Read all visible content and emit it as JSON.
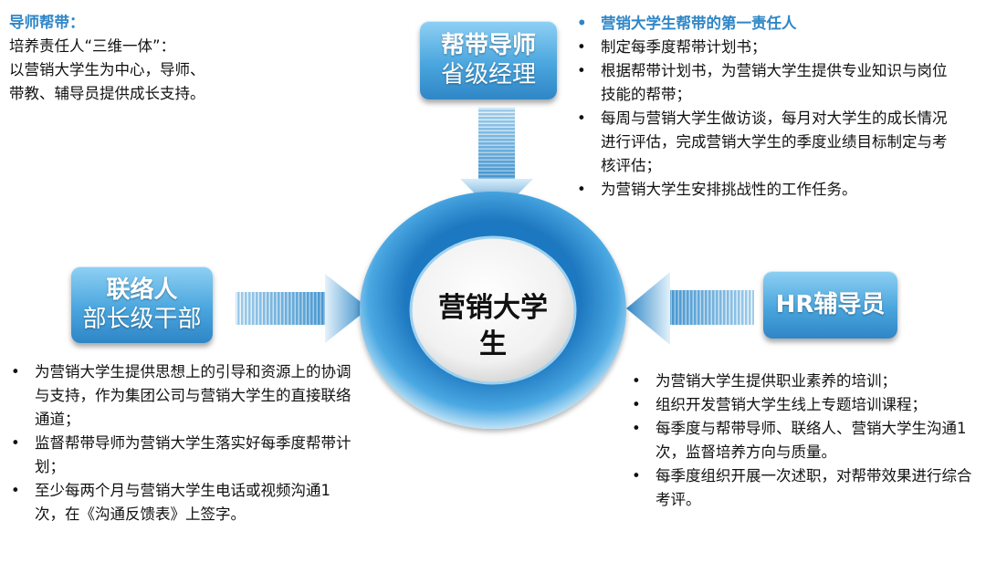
{
  "top_left": {
    "heading": "导师帮带：",
    "lines": [
      "培养责任人“三维一体”：",
      "以营销大学生为中心，导师、",
      "带教、辅导员提供成长支持。"
    ]
  },
  "mentor": {
    "line1": "帮带导师",
    "line2": "省级经理"
  },
  "top_right": {
    "heading": "营销大学生帮带的第一责任人",
    "items": [
      "制定每季度帮带计划书；",
      "根据帮带计划书，为营销大学生提供专业知识与岗位技能的帮带；",
      "每周与营销大学生做访谈，每月对大学生的成长情况进行评估，完成营销大学生的季度业绩目标制定与考核评估；",
      "为营销大学生安排挑战性的工作任务。"
    ]
  },
  "liaison": {
    "line1": "联络人",
    "line2": "部长级干部"
  },
  "center": {
    "label": "营销大学生"
  },
  "hr": {
    "label": "HR辅导员"
  },
  "bottom_left": {
    "items": [
      "为营销大学生提供思想上的引导和资源上的协调与支持，作为集团公司与营销大学生的直接联络通道；",
      "监督帮带导师为营销大学生落实好每季度帮带计划；",
      "至少每两个月与营销大学生电话或视频沟通1次，在《沟通反馈表》上签字。"
    ]
  },
  "bottom_right": {
    "items": [
      "为营销大学生提供职业素养的培训；",
      "组织开发营销大学生线上专题培训课程；",
      "每季度与帮带导师、联络人、营销大学生沟通1次，监督培养方向与质量。",
      "每季度组织开展一次述职，对帮带效果进行综合考评。"
    ]
  },
  "colors": {
    "accent": "#2f86c6",
    "ring": "#3a9ad6",
    "light_blue": "#8fd0f4"
  }
}
